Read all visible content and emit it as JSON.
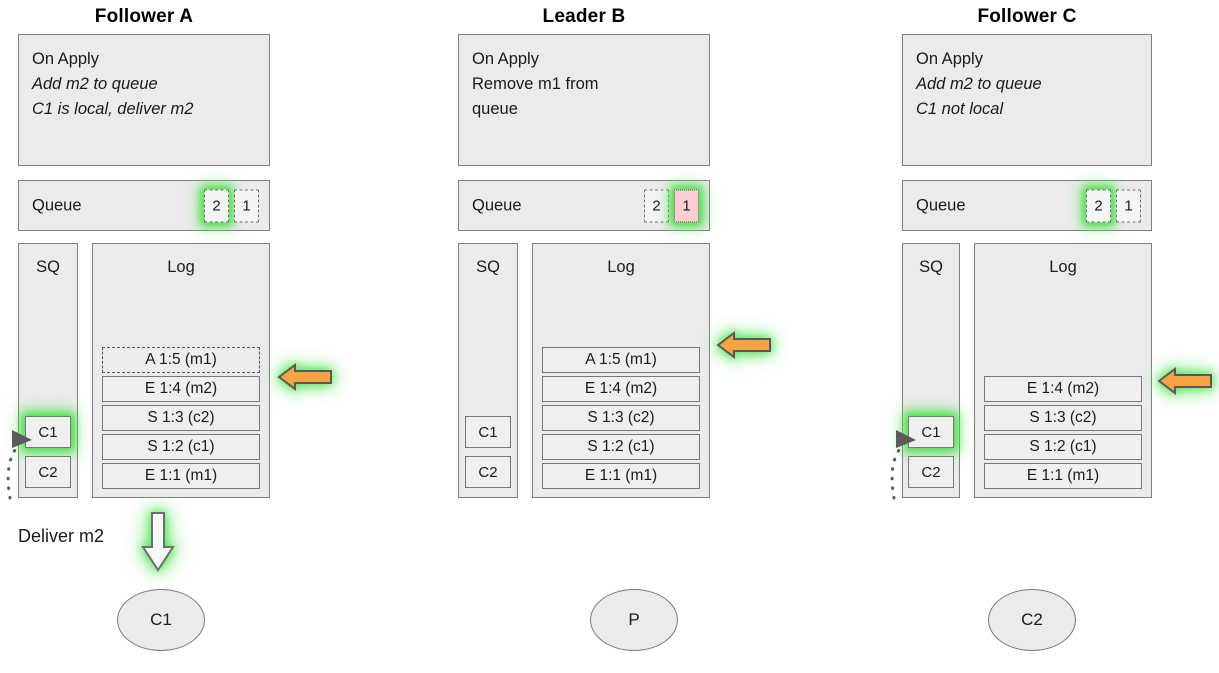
{
  "diagram": {
    "title_font_color": "#000000",
    "accent_glow": "#49e24a",
    "arrow_fill": "#f5a343",
    "panel_fill": "#ebebeb",
    "queue_highlight_fill": "#f9cfd2"
  },
  "columns": [
    {
      "id": "follower-a",
      "title": "Follower A",
      "apply": {
        "heading": "On Apply",
        "line1": "Add m2 to queue",
        "line2": "C1 is local, deliver m2"
      },
      "queue": {
        "label": "Queue",
        "slots": [
          {
            "value": "2",
            "style": "dashed",
            "glow": true
          },
          {
            "value": "1",
            "style": "dashed",
            "glow": false
          }
        ]
      },
      "sq": {
        "heading": "SQ",
        "cells": [
          {
            "label": "C1",
            "glow": true
          },
          {
            "label": "C2",
            "glow": false
          }
        ],
        "has_pointer": true
      },
      "log": {
        "heading": "Log",
        "entries": [
          {
            "text": "A 1:5 (m1)",
            "style": "dashed"
          },
          {
            "text": "E 1:4 (m2)",
            "style": "solid"
          },
          {
            "text": "S 1:3 (c2)",
            "style": "solid"
          },
          {
            "text": "S 1:2 (c1)",
            "style": "solid"
          },
          {
            "text": "E 1:1 (m1)",
            "style": "solid"
          }
        ],
        "arrow_target_index": 1
      },
      "deliver": {
        "label": "Deliver m2"
      },
      "client": {
        "label": "C1"
      }
    },
    {
      "id": "leader-b",
      "title": "Leader B",
      "apply": {
        "heading": "On Apply",
        "line1": "Remove m1 from",
        "line2": "queue"
      },
      "queue": {
        "label": "Queue",
        "slots": [
          {
            "value": "2",
            "style": "dashed",
            "glow": false
          },
          {
            "value": "1",
            "style": "filled-pink",
            "glow": true
          }
        ]
      },
      "sq": {
        "heading": "SQ",
        "cells": [
          {
            "label": "C1",
            "glow": false
          },
          {
            "label": "C2",
            "glow": false
          }
        ],
        "has_pointer": false
      },
      "log": {
        "heading": "Log",
        "entries": [
          {
            "text": "A 1:5 (m1)",
            "style": "solid"
          },
          {
            "text": "E 1:4 (m2)",
            "style": "solid"
          },
          {
            "text": "S 1:3 (c2)",
            "style": "solid"
          },
          {
            "text": "S 1:2 (c1)",
            "style": "solid"
          },
          {
            "text": "E 1:1 (m1)",
            "style": "solid"
          }
        ],
        "arrow_target_index": 0
      },
      "deliver": null,
      "client": {
        "label": "P"
      }
    },
    {
      "id": "follower-c",
      "title": "Follower C",
      "apply": {
        "heading": "On Apply",
        "line1": "Add m2 to queue",
        "line2": "C1 not local"
      },
      "queue": {
        "label": "Queue",
        "slots": [
          {
            "value": "2",
            "style": "dashed",
            "glow": true
          },
          {
            "value": "1",
            "style": "dashed",
            "glow": false
          }
        ]
      },
      "sq": {
        "heading": "SQ",
        "cells": [
          {
            "label": "C1",
            "glow": true
          },
          {
            "label": "C2",
            "glow": false
          }
        ],
        "has_pointer": true
      },
      "log": {
        "heading": "Log",
        "entries": [
          {
            "text": "E 1:4 (m2)",
            "style": "solid"
          },
          {
            "text": "S 1:3 (c2)",
            "style": "solid"
          },
          {
            "text": "S 1:2 (c1)",
            "style": "solid"
          },
          {
            "text": "E 1:1 (m1)",
            "style": "solid"
          }
        ],
        "arrow_target_index": 0
      },
      "deliver": null,
      "client": {
        "label": "C2"
      }
    }
  ]
}
